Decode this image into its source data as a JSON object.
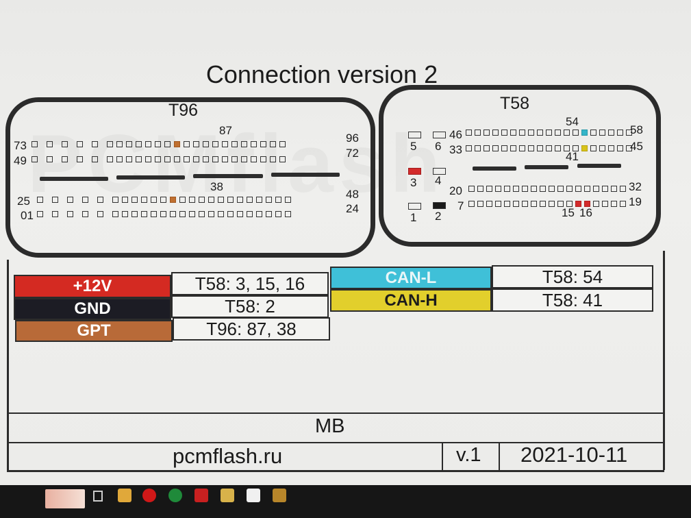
{
  "title": "Connection version 2",
  "watermark": "PCMflash",
  "t96": {
    "name": "T96",
    "labels": {
      "r1_left": "73",
      "r1_right": "96",
      "r2_left": "49",
      "r2_right": "72",
      "r3_left": "25",
      "r3_right": "48",
      "r4_left": "01",
      "r4_right": "24",
      "pin87": "87",
      "pin38": "38"
    }
  },
  "t58": {
    "name": "T58",
    "labels": {
      "r1_left": "46",
      "r1_right": "58",
      "r2_left": "33",
      "r2_right": "45",
      "r3_left": "20",
      "r3_right": "32",
      "r4_left": "7",
      "r4_right": "19",
      "pin54": "54",
      "pin41": "41",
      "pin15": "15",
      "pin16": "16",
      "p1": "1",
      "p2": "2",
      "p3": "3",
      "p4": "4",
      "p5": "5",
      "p6": "6"
    }
  },
  "legend": {
    "rows": [
      {
        "label": "+12V",
        "value": "T58: 3, 15, 16",
        "color": "#d42a22",
        "text": "#ffffff"
      },
      {
        "label": "GND",
        "value": "T58: 2",
        "color": "#1c1c24",
        "text": "#ffffff"
      },
      {
        "label": "GPT",
        "value": "T96: 87, 38",
        "color": "#b86a38",
        "text": "#ffffff"
      },
      {
        "label": "CAN-L",
        "value": "T58: 54",
        "color": "#3fc0d8",
        "text": "#e8f6f8"
      },
      {
        "label": "CAN-H",
        "value": "T58: 41",
        "color": "#e2cf2c",
        "text": "#1c1c1c"
      }
    ]
  },
  "footer": {
    "model": "MB",
    "site": "pcmflash.ru",
    "version": "v.1",
    "date": "2021-10-11"
  },
  "taskbar": {
    "icons": [
      "folder-icon",
      "opera-icon",
      "fan-icon",
      "pdf-icon",
      "notes-icon",
      "flash-icon",
      "pcmflash-icon"
    ]
  }
}
